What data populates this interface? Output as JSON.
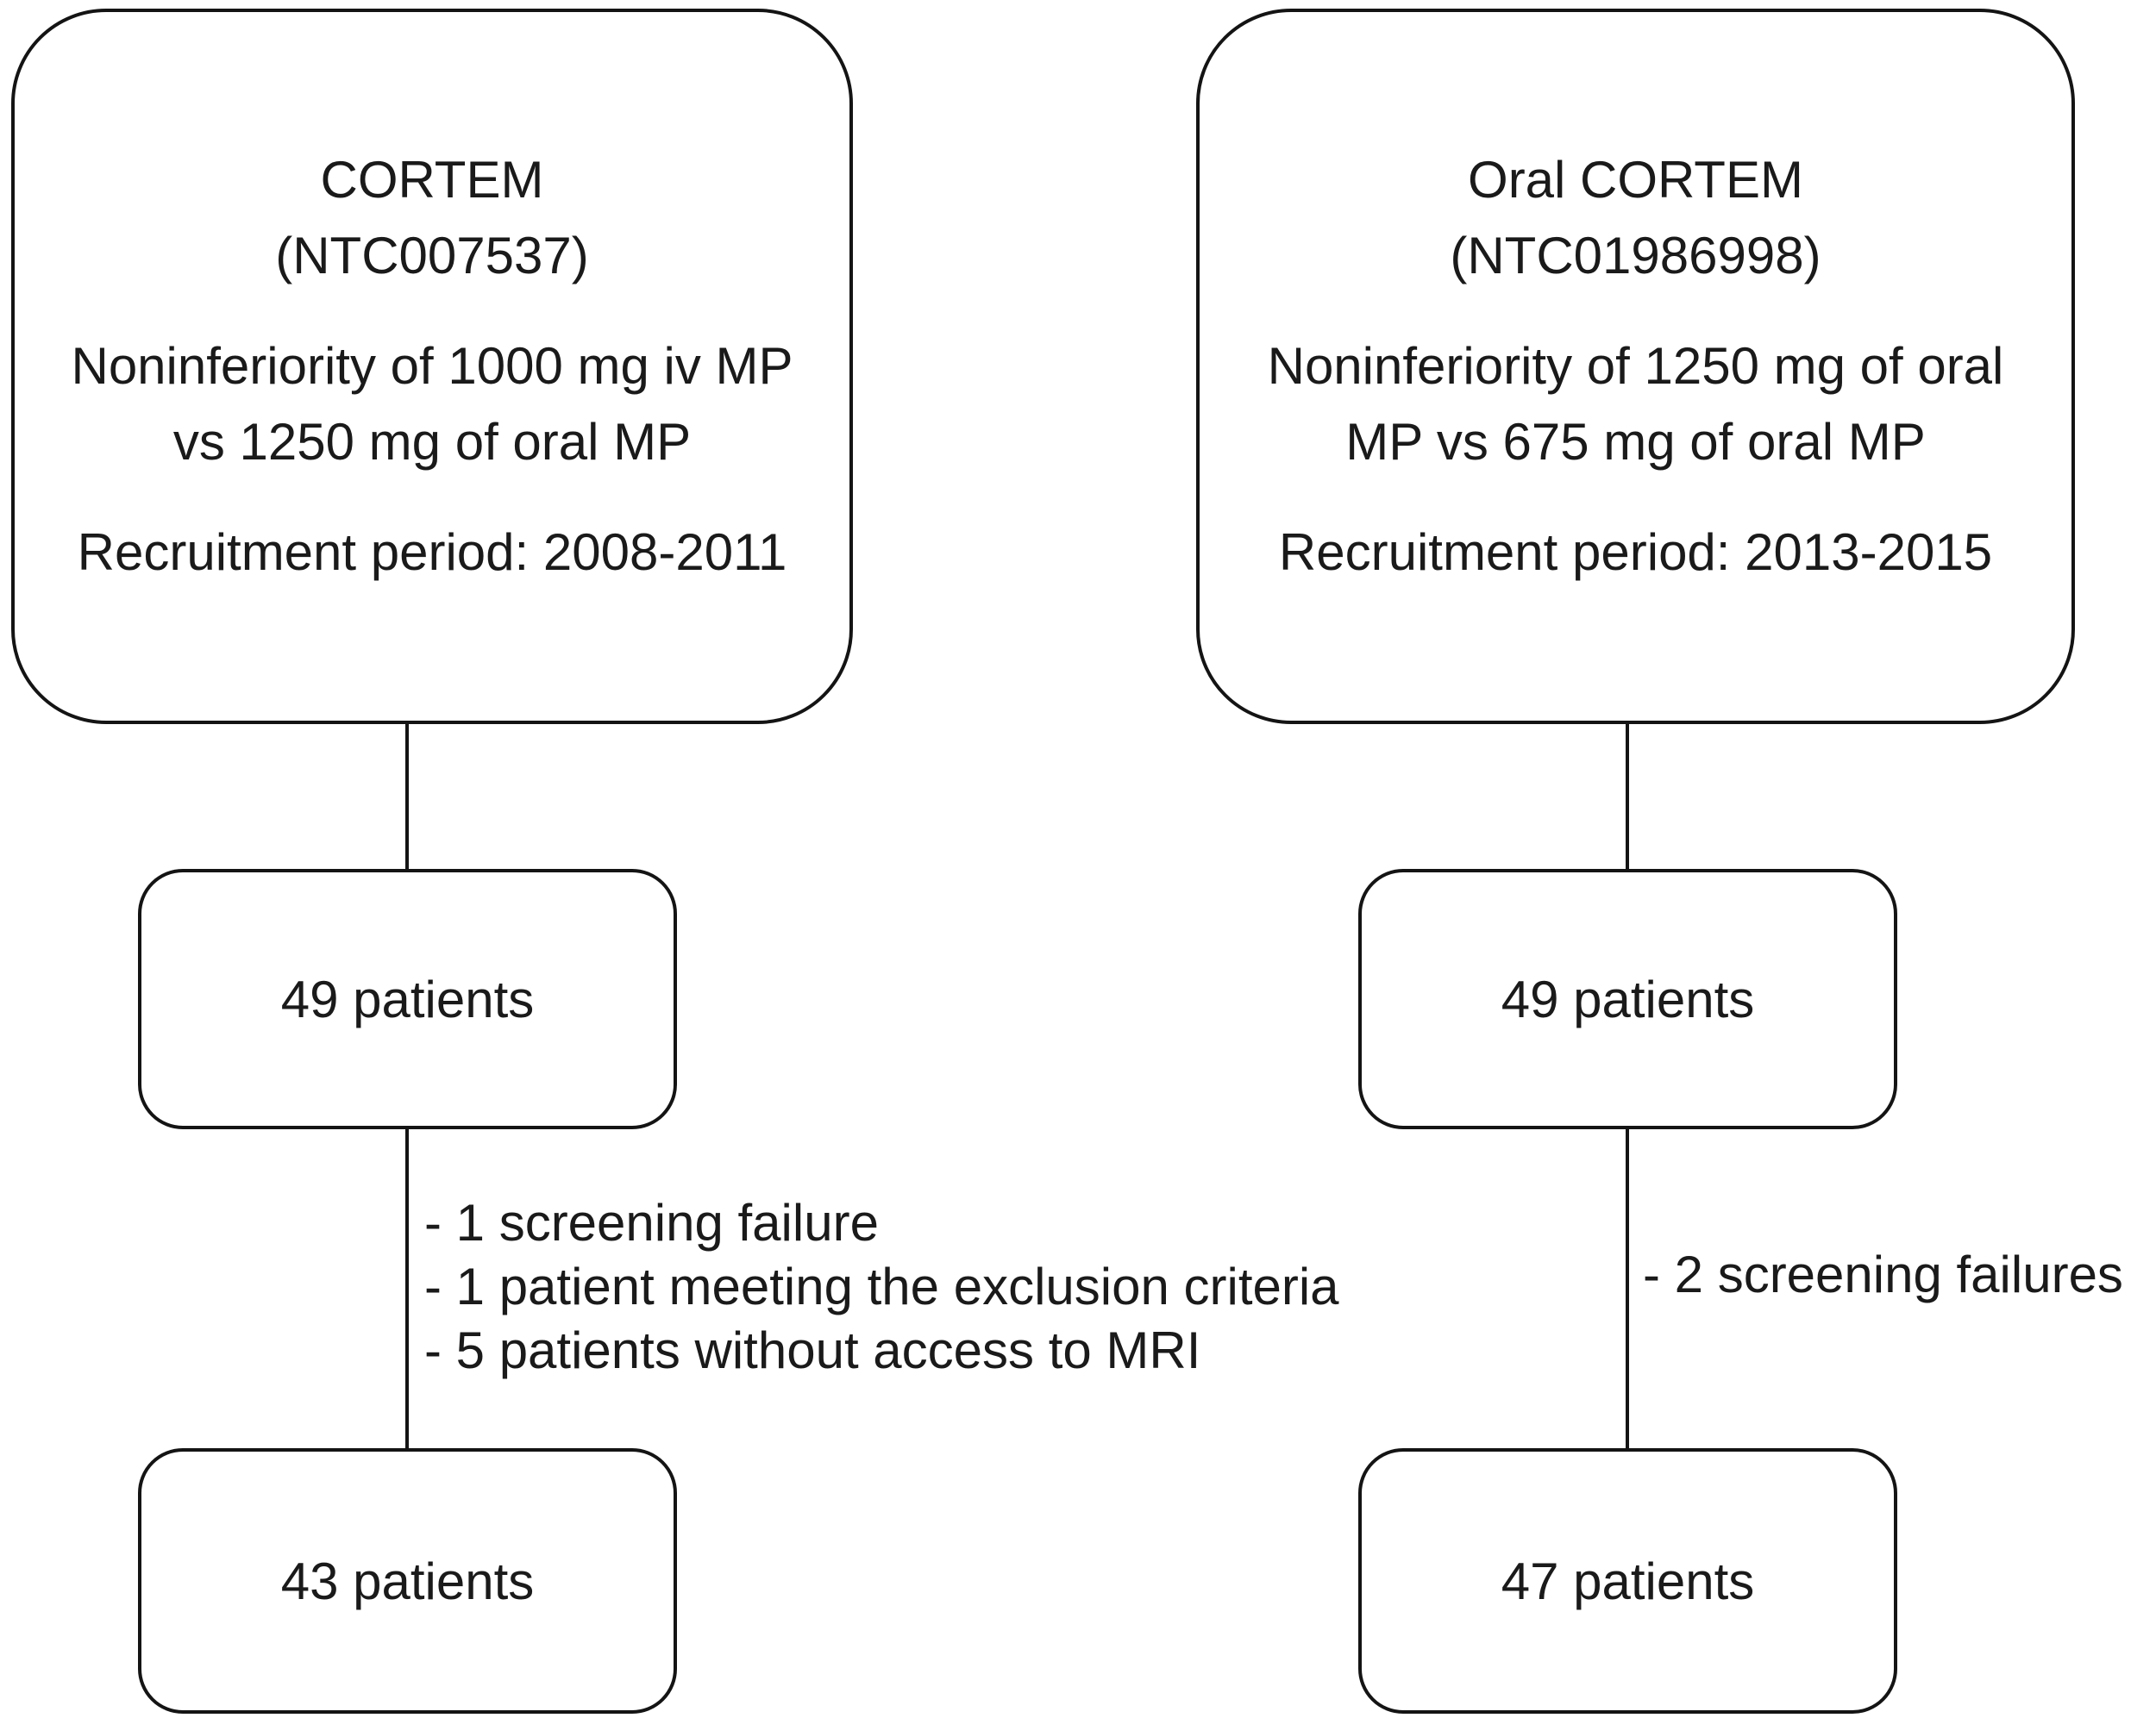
{
  "figure": {
    "background_color": "#ffffff",
    "line_color": "#141414",
    "text_color": "#1a1a1a"
  },
  "left_trial": {
    "title": "CORTEM",
    "registry_id": "(NTC007537)",
    "description_line1": "Noninferiority of 1000 mg iv MP",
    "description_line2": "vs 1250 mg of oral MP",
    "recruitment": "Recruitment period: 2008-2011",
    "enrolled_count": "49 patients",
    "exclusions": [
      "- 1 screening failure",
      "- 1 patient meeting the exclusion criteria",
      "- 5 patients without access to MRI"
    ],
    "final_count": "43 patients"
  },
  "right_trial": {
    "title": "Oral CORTEM",
    "registry_id": "(NTC01986998)",
    "description_line1": "Noninferiority of 1250 mg of oral",
    "description_line2": "MP vs 675 mg of oral MP",
    "recruitment": "Recruitment period: 2013-2015",
    "enrolled_count": "49 patients",
    "exclusions": [
      "- 2 screening failures"
    ],
    "final_count": "47 patients"
  }
}
